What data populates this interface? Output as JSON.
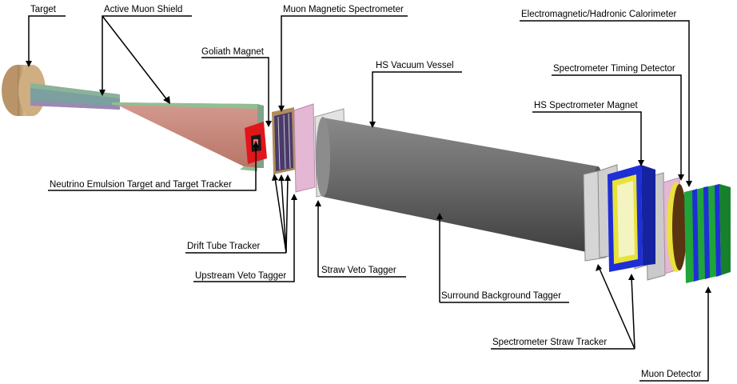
{
  "labels": {
    "target": "Target",
    "active_muon_shield": "Active Muon Shield",
    "muon_magnetic_spectrometer": "Muon Magnetic Spectrometer",
    "em_hadronic_calorimeter": "Electromagnetic/Hadronic Calorimeter",
    "goliath_magnet": "Goliath Magnet",
    "hs_vacuum_vessel": "HS Vacuum Vessel",
    "spectrometer_timing_detector": "Spectrometer  Timing Detector",
    "hs_spectrometer_magnet": "HS Spectrometer  Magnet",
    "neutrino_emulsion_target": "Neutrino Emulsion Target and Target Tracker",
    "drift_tube_tracker": "Drift Tube Tracker",
    "upstream_veto_tagger": "Upstream Veto Tagger",
    "straw_veto_tagger": "Straw Veto Tagger",
    "surround_background_tagger": "Surround Background Tagger",
    "spectrometer_straw_tracker": "Spectrometer  Straw Tracker",
    "muon_detector": "Muon Detector"
  },
  "colors": {
    "target": "#c9a878",
    "shield_body": "#c98a7f",
    "shield_edge": "#7fb08a",
    "goliath": "#e0161c",
    "vessel": "#6e6e6e",
    "veto_pink": "#e4b8d4",
    "magnet_blue": "#1f2fd6",
    "muon_green": "#1fa43a",
    "yellow": "#e8e23a",
    "brown": "#5a3410"
  }
}
